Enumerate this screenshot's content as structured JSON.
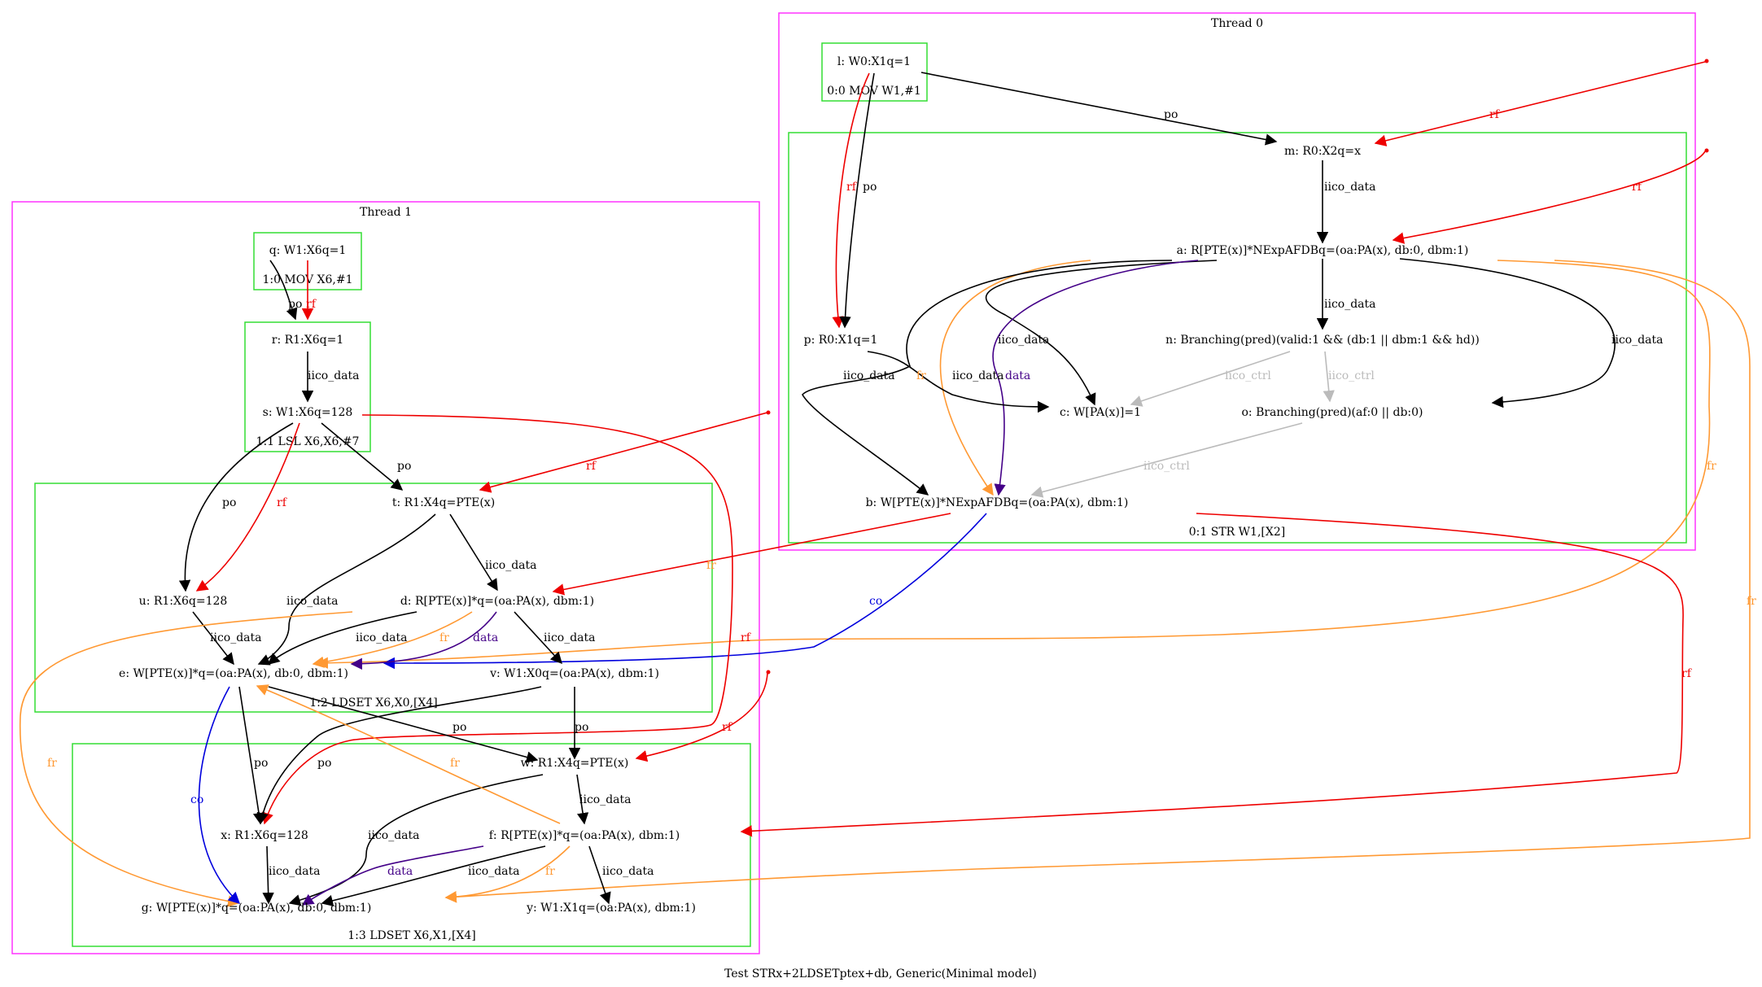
{
  "caption": "Test STRx+2LDSETptex+db, Generic(Minimal model)",
  "colors": {
    "thread_box": "#ff33ff",
    "instr_box": "#33dd33",
    "po": "#000000",
    "iico": "#000000",
    "rf": "#ee0000",
    "fr": "#ff9933",
    "data": "#440088",
    "co": "#0000dd",
    "ctrl": "#bbbbbb"
  },
  "threads": [
    {
      "id": "t0",
      "label": "Thread 0"
    },
    {
      "id": "t1",
      "label": "Thread 1"
    }
  ],
  "instructions": [
    {
      "id": "i00",
      "label": "0:0 MOV W1,#1"
    },
    {
      "id": "i01",
      "label": "0:1 STR W1,[X2]"
    },
    {
      "id": "i10",
      "label": "1:0 MOV X6,#1"
    },
    {
      "id": "i11",
      "label": "1:1 LSL X6,X6,#7"
    },
    {
      "id": "i12",
      "label": "1:2 LDSET X6,X0,[X4]"
    },
    {
      "id": "i13",
      "label": "1:3 LDSET X6,X1,[X4]"
    }
  ],
  "events": [
    {
      "id": "l",
      "label": "l: W0:X1q=1"
    },
    {
      "id": "m",
      "label": "m: R0:X2q=x"
    },
    {
      "id": "a",
      "label": "a: R[PTE(x)]*NExpAFDBq=(oa:PA(x), db:0, dbm:1)"
    },
    {
      "id": "n",
      "label": "n: Branching(pred)(valid:1 && (db:1 || dbm:1 && hd))"
    },
    {
      "id": "p",
      "label": "p: R0:X1q=1"
    },
    {
      "id": "c",
      "label": "c: W[PA(x)]=1"
    },
    {
      "id": "o",
      "label": "o: Branching(pred)(af:0 || db:0)"
    },
    {
      "id": "b",
      "label": "b: W[PTE(x)]*NExpAFDBq=(oa:PA(x), dbm:1)"
    },
    {
      "id": "q",
      "label": "q: W1:X6q=1"
    },
    {
      "id": "r",
      "label": "r: R1:X6q=1"
    },
    {
      "id": "s",
      "label": "s: W1:X6q=128"
    },
    {
      "id": "t",
      "label": "t: R1:X4q=PTE(x)"
    },
    {
      "id": "u",
      "label": "u: R1:X6q=128"
    },
    {
      "id": "d",
      "label": "d: R[PTE(x)]*q=(oa:PA(x), dbm:1)"
    },
    {
      "id": "e",
      "label": "e: W[PTE(x)]*q=(oa:PA(x), db:0, dbm:1)"
    },
    {
      "id": "v",
      "label": "v: W1:X0q=(oa:PA(x), dbm:1)"
    },
    {
      "id": "w",
      "label": "w: R1:X4q=PTE(x)"
    },
    {
      "id": "x",
      "label": "x: R1:X6q=128"
    },
    {
      "id": "f",
      "label": "f: R[PTE(x)]*q=(oa:PA(x), dbm:1)"
    },
    {
      "id": "g",
      "label": "g: W[PTE(x)]*q=(oa:PA(x), db:0, dbm:1)"
    },
    {
      "id": "y",
      "label": "y: W1:X1q=(oa:PA(x), dbm:1)"
    }
  ],
  "edges": [
    {
      "id": "e1",
      "label": "po",
      "kind": "po"
    },
    {
      "id": "e2",
      "label": "rf",
      "kind": "rf"
    },
    {
      "id": "e3",
      "label": "iico_data",
      "kind": "iico"
    },
    {
      "id": "e4",
      "label": "rf",
      "kind": "rf"
    },
    {
      "id": "e5",
      "label": "rf",
      "kind": "rf"
    },
    {
      "id": "e6",
      "label": "po",
      "kind": "po"
    },
    {
      "id": "e7",
      "label": "iico_data",
      "kind": "iico"
    },
    {
      "id": "e8",
      "label": "iico_data",
      "kind": "iico"
    },
    {
      "id": "e9",
      "label": "iico_data",
      "kind": "iico"
    },
    {
      "id": "e10",
      "label": "iico_data",
      "kind": "iico"
    },
    {
      "id": "e11",
      "label": "iico_data",
      "kind": "iico"
    },
    {
      "id": "e12",
      "label": "fr",
      "kind": "fr"
    },
    {
      "id": "e13",
      "label": "data",
      "kind": "data"
    },
    {
      "id": "e14",
      "label": "iico_data",
      "kind": "iico"
    },
    {
      "id": "e15",
      "label": "iico_ctrl",
      "kind": "ctrl"
    },
    {
      "id": "e16",
      "label": "iico_ctrl",
      "kind": "ctrl"
    },
    {
      "id": "e17",
      "label": "iico_ctrl",
      "kind": "ctrl"
    },
    {
      "id": "e18",
      "label": "fr",
      "kind": "fr"
    },
    {
      "id": "e19",
      "label": "fr",
      "kind": "fr"
    },
    {
      "id": "e20",
      "label": "po",
      "kind": "po"
    },
    {
      "id": "e21",
      "label": "rf",
      "kind": "rf"
    },
    {
      "id": "e22",
      "label": "iico_data",
      "kind": "iico"
    },
    {
      "id": "e23",
      "label": "po",
      "kind": "po"
    },
    {
      "id": "e24",
      "label": "po",
      "kind": "po"
    },
    {
      "id": "e25",
      "label": "rf",
      "kind": "rf"
    },
    {
      "id": "e26",
      "label": "rf",
      "kind": "rf"
    },
    {
      "id": "e27",
      "label": "rf",
      "kind": "rf"
    },
    {
      "id": "e28",
      "label": "iico_data",
      "kind": "iico"
    },
    {
      "id": "e29",
      "label": "iico_data",
      "kind": "iico"
    },
    {
      "id": "e30",
      "label": "iico_data",
      "kind": "iico"
    },
    {
      "id": "e31",
      "label": "iico_data",
      "kind": "iico"
    },
    {
      "id": "e32",
      "label": "iico_data",
      "kind": "iico"
    },
    {
      "id": "e33",
      "label": "fr",
      "kind": "fr"
    },
    {
      "id": "e34",
      "label": "data",
      "kind": "data"
    },
    {
      "id": "e35",
      "label": "co",
      "kind": "co"
    },
    {
      "id": "e36",
      "label": "po",
      "kind": "po"
    },
    {
      "id": "e37",
      "label": "po",
      "kind": "po"
    },
    {
      "id": "e38",
      "label": "po",
      "kind": "po"
    },
    {
      "id": "e39",
      "label": "po",
      "kind": "po"
    },
    {
      "id": "e40",
      "label": "fr",
      "kind": "fr"
    },
    {
      "id": "e41",
      "label": "co",
      "kind": "co"
    },
    {
      "id": "e42",
      "label": "rf",
      "kind": "rf"
    },
    {
      "id": "e43",
      "label": "iico_data",
      "kind": "iico"
    },
    {
      "id": "e44",
      "label": "iico_data",
      "kind": "iico"
    },
    {
      "id": "e45",
      "label": "iico_data",
      "kind": "iico"
    },
    {
      "id": "e46",
      "label": "iico_data",
      "kind": "iico"
    },
    {
      "id": "e47",
      "label": "data",
      "kind": "data"
    },
    {
      "id": "e48",
      "label": "fr",
      "kind": "fr"
    },
    {
      "id": "e49",
      "label": "iico_data",
      "kind": "iico"
    },
    {
      "id": "e50",
      "label": "fr",
      "kind": "fr"
    },
    {
      "id": "e51",
      "label": "rf",
      "kind": "rf"
    },
    {
      "id": "e52",
      "label": "fr",
      "kind": "fr"
    }
  ]
}
